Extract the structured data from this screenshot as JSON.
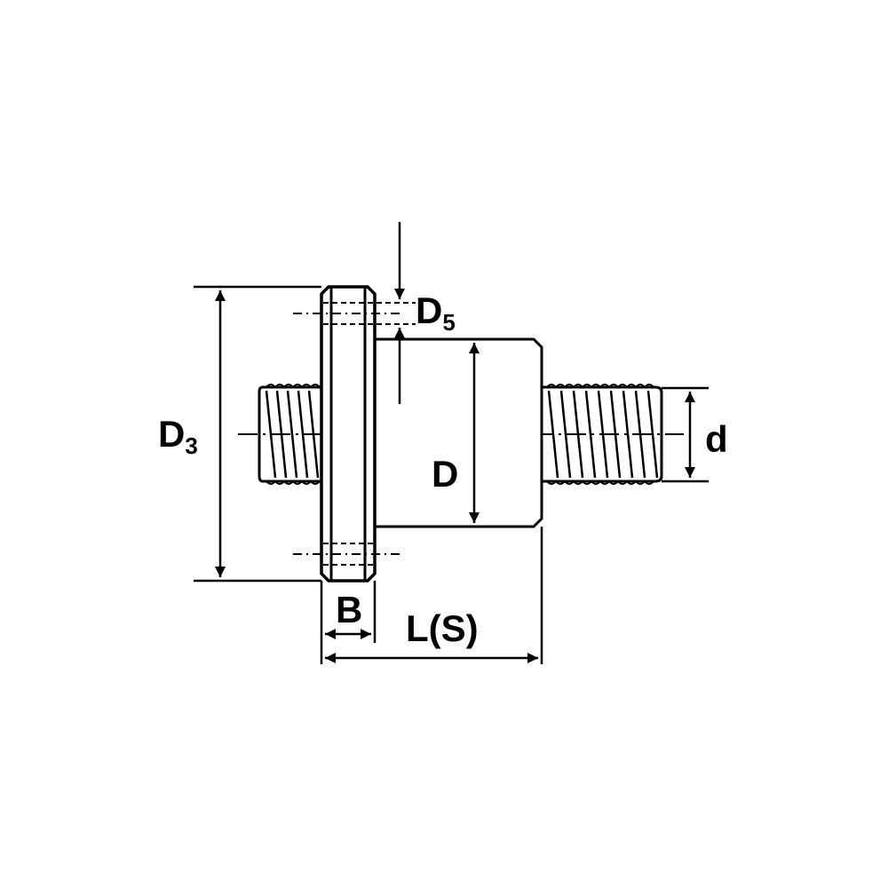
{
  "diagram": {
    "labels": {
      "d3_base": "D",
      "d3_sub": "3",
      "d5_base": "D",
      "d5_sub": "5",
      "d_main": "D",
      "d_thread": "d",
      "b_width": "B",
      "length": "L(S)"
    },
    "colors": {
      "stroke": "#000000",
      "background": "#ffffff"
    }
  }
}
